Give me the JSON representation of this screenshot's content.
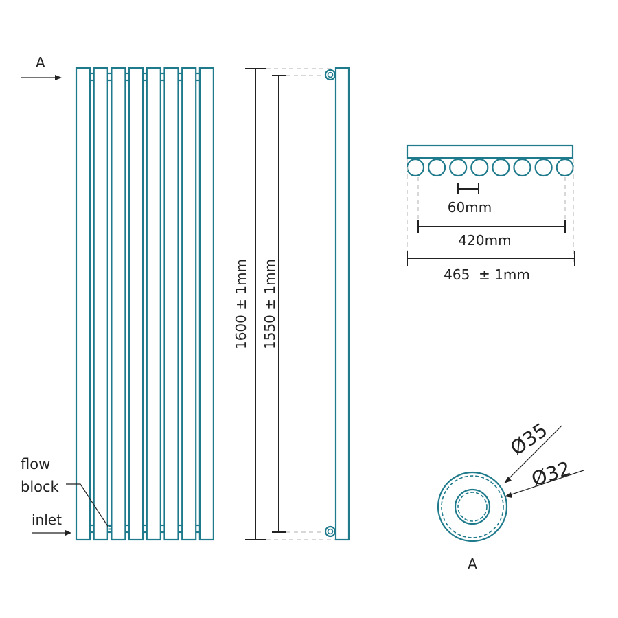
{
  "labels": {
    "view_a_arrow": "A",
    "flow_block_line1": "flow",
    "flow_block_line2": "block",
    "inlet": "inlet",
    "height_overall": "1600 ± 1mm",
    "height_centres": "1550 ± 1mm",
    "column_pitch": "60mm",
    "centres_width": "420mm",
    "overall_width": "465  ± 1mm",
    "outer_diameter": "Ø35",
    "inner_diameter": "Ø32",
    "section_label": "A"
  },
  "colors": {
    "tube": "#1f7a8c",
    "dimension": "#222222"
  },
  "columns": 8
}
